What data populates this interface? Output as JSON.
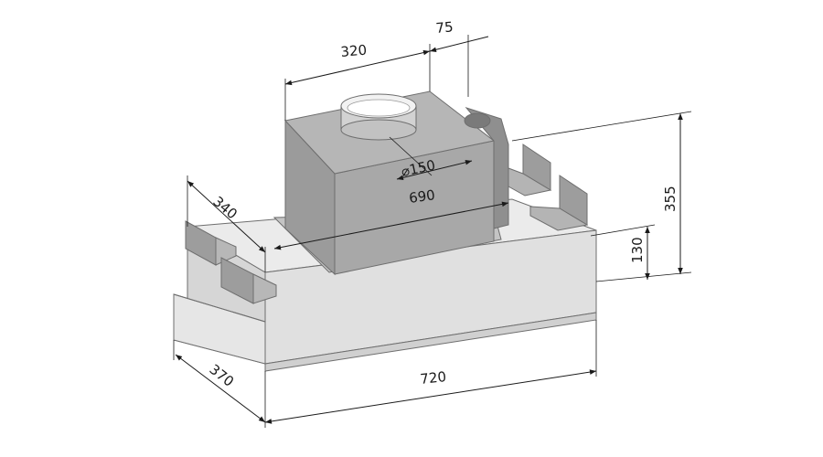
{
  "dimensions": {
    "top_width": "320",
    "top_offset": "75",
    "duct_diameter": "⌀150",
    "body_length": "690",
    "side_depth": "340",
    "total_height": "355",
    "lower_height": "130",
    "base_depth": "370",
    "base_width": "720"
  },
  "colors": {
    "line": "#1a1a1a",
    "motor_front": "#a4a4a4",
    "motor_side": "#8e8e8e",
    "motor_top": "#b8b8b8",
    "base_front": "#dcdcdc",
    "base_side": "#c8c8c8",
    "base_top": "#e9e9e9",
    "bracket": "#9a9a9a"
  }
}
